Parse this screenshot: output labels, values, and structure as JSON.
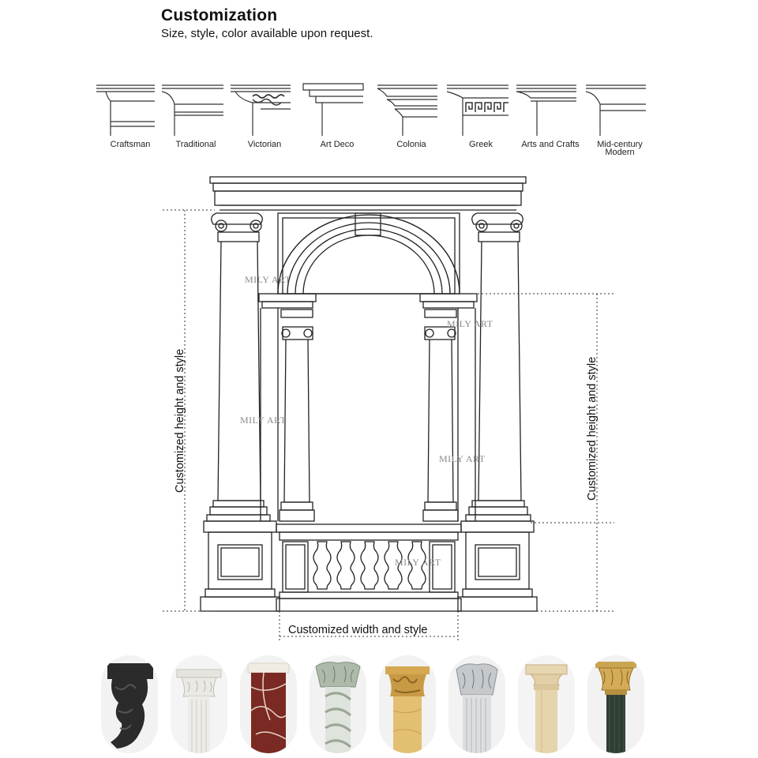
{
  "header": {
    "title": "Customization",
    "subtitle": "Size, style, color available upon request."
  },
  "styles": [
    {
      "label": "Craftsman",
      "icon": "craftsman-profile-icon"
    },
    {
      "label": "Traditional",
      "icon": "traditional-profile-icon"
    },
    {
      "label": "Victorian",
      "icon": "victorian-profile-icon"
    },
    {
      "label": "Art Deco",
      "icon": "art-deco-profile-icon"
    },
    {
      "label": "Colonia",
      "icon": "colonial-profile-icon"
    },
    {
      "label": "Greek",
      "icon": "greek-key-profile-icon"
    },
    {
      "label": "Arts and Crafts",
      "icon": "arts-crafts-profile-icon"
    },
    {
      "label": "Mid-century Modern",
      "icon": "mid-century-profile-icon"
    }
  ],
  "dimensions": {
    "height_left": "Customized height and style",
    "height_right": "Customized height and style",
    "width": "Customized width and style"
  },
  "watermark": "MILY ART",
  "samples": [
    {
      "name": "black-marble-carved-bracket",
      "color": "#2b2b2b"
    },
    {
      "name": "white-marble-corinthian-capital",
      "color": "#e9e7e2"
    },
    {
      "name": "red-marble-column",
      "color": "#7a2a22"
    },
    {
      "name": "green-white-twisted-column",
      "color": "#cfd6cf"
    },
    {
      "name": "yellow-travertine-capital",
      "color": "#c89a45"
    },
    {
      "name": "grey-marble-fluted-column",
      "color": "#d2d4d6"
    },
    {
      "name": "beige-doric-column",
      "color": "#e2cfa6"
    },
    {
      "name": "green-marble-gold-capital",
      "color": "#2f3d33"
    }
  ]
}
